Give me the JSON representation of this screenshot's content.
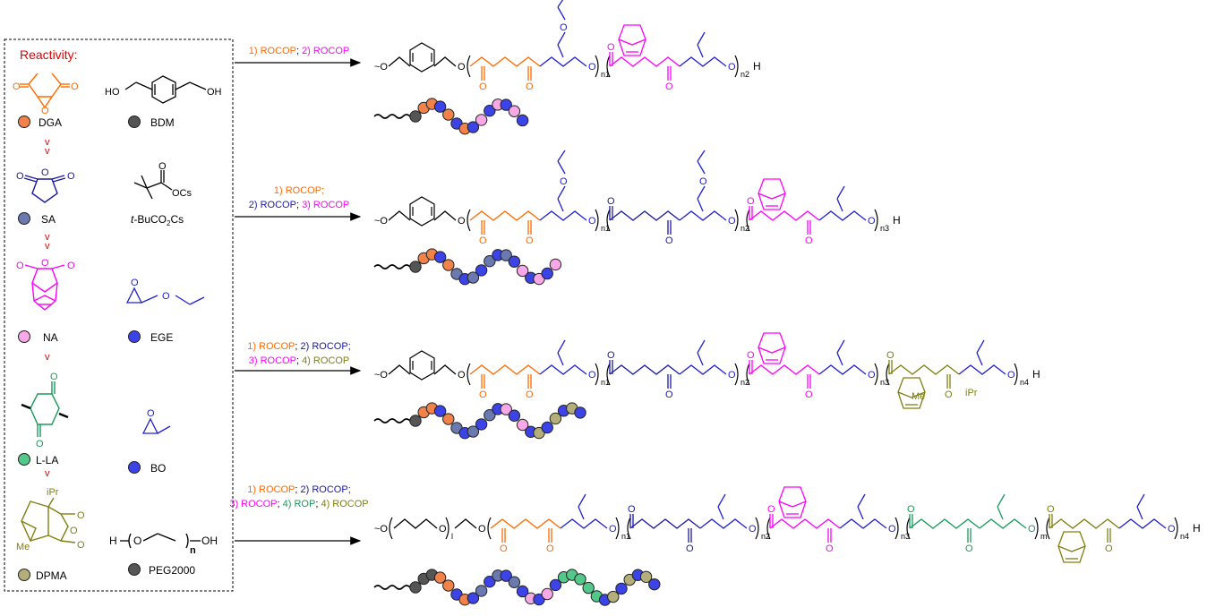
{
  "colors": {
    "DGA": "#ff6a00",
    "SA": "#1a1aa0",
    "NA": "#ff00ff",
    "EGE": "#2020d0",
    "LLA": "#1a9a5a",
    "DPMA": "#7f7f10",
    "dark": "#000000",
    "red": "#e00000",
    "ball_orange": "#f0824a",
    "ball_slate": "#6a7ab0",
    "ball_pink": "#f7a8e6",
    "ball_blue": "#3c44e8",
    "ball_green": "#52c98a",
    "ball_olive": "#b3ae7a",
    "ball_gray": "#555555"
  },
  "panel": {
    "title": "Reactivity:",
    "order_mark": "v",
    "monomers": [
      {
        "label": "DGA",
        "ball": "ball_orange"
      },
      {
        "label": "SA",
        "ball": "ball_slate"
      },
      {
        "label": "NA",
        "ball": "ball_pink"
      },
      {
        "label": "L-LA",
        "ball": "ball_green"
      },
      {
        "label": "DPMA",
        "ball": "ball_olive"
      }
    ],
    "others": [
      {
        "label": "BDM",
        "ball": "ball_gray"
      },
      {
        "label": "t-BuCO2Cs",
        "ball": null
      },
      {
        "label": "EGE",
        "ball": "ball_blue"
      },
      {
        "label": "BO",
        "ball": "ball_blue"
      },
      {
        "label": "PEG2000",
        "ball": "ball_gray"
      }
    ],
    "struct_text": {
      "bdm_oh_left": "HO",
      "bdm_oh_right": "OH",
      "cs_label": "OCs",
      "dpma_ipr": "iPr",
      "dpma_me": "Me",
      "peg_h": "H",
      "peg_o": "O",
      "peg_n": "n",
      "peg_oh": "OH"
    }
  },
  "reactions": [
    {
      "conditions": [
        [
          {
            "text": "1) ROCOP",
            "color": "DGA"
          },
          {
            "text": "; ",
            "color": "dark"
          },
          {
            "text": "2) ROCOP",
            "color": "NA"
          }
        ]
      ],
      "repeat_labels": [
        "n1",
        "n2"
      ],
      "end_group": "H"
    },
    {
      "conditions": [
        [
          {
            "text": "1) ROCOP;",
            "color": "DGA"
          }
        ],
        [
          {
            "text": "2) ROCOP",
            "color": "SA"
          },
          {
            "text": "; ",
            "color": "dark"
          },
          {
            "text": "3) ROCOP",
            "color": "NA"
          }
        ]
      ],
      "repeat_labels": [
        "n1",
        "n2",
        "n3"
      ],
      "end_group": "H"
    },
    {
      "conditions": [
        [
          {
            "text": "1) ROCOP",
            "color": "DGA"
          },
          {
            "text": "; ",
            "color": "dark"
          },
          {
            "text": "2) ROCOP;",
            "color": "SA"
          }
        ],
        [
          {
            "text": "3) ROCOP",
            "color": "NA"
          },
          {
            "text": "; ",
            "color": "dark"
          },
          {
            "text": "4) ROCOP",
            "color": "DPMA"
          }
        ]
      ],
      "repeat_labels": [
        "n1",
        "n2",
        "n3",
        "n4"
      ],
      "end_group": "H",
      "substituents": [
        "Me",
        "iPr"
      ]
    },
    {
      "conditions": [
        [
          {
            "text": "1) ROCOP",
            "color": "DGA"
          },
          {
            "text": "; ",
            "color": "dark"
          },
          {
            "text": "2) ROCOP;",
            "color": "SA"
          }
        ],
        [
          {
            "text": "3) ROCOP",
            "color": "NA"
          },
          {
            "text": "; ",
            "color": "dark"
          },
          {
            "text": "4) ROP",
            "color": "LLA"
          },
          {
            "text": "; ",
            "color": "dark"
          },
          {
            "text": "4) ROCOP",
            "color": "DPMA"
          }
        ]
      ],
      "repeat_labels": [
        "l",
        "n1",
        "n2",
        "n3",
        "m",
        "n4"
      ],
      "end_group": "H"
    }
  ]
}
